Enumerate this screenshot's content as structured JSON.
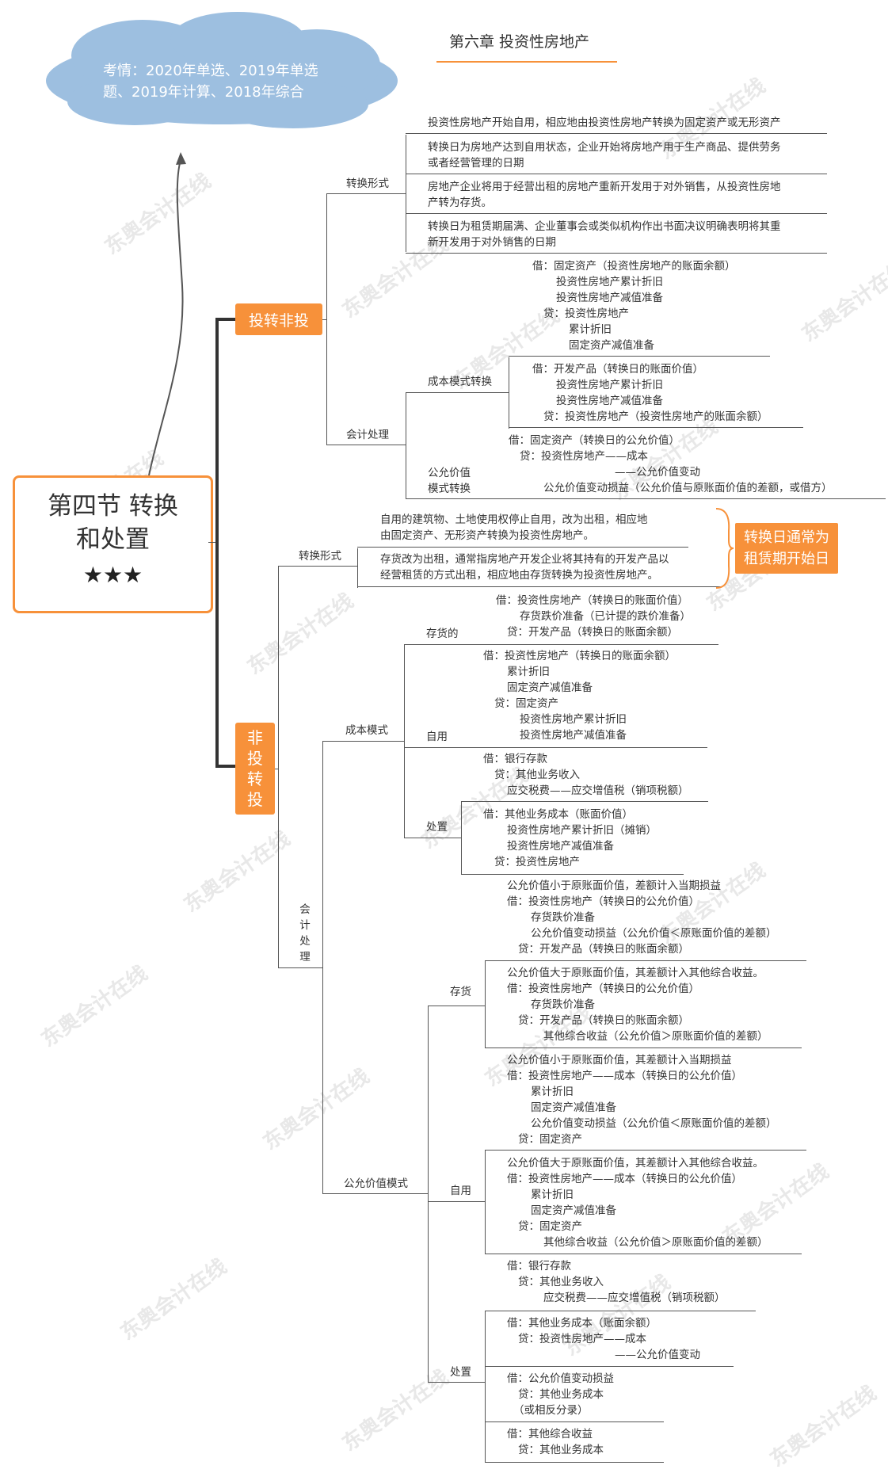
{
  "page_title": "第六章 投资性房地产",
  "cloud_text_line1": "考情：2020年单选、2019年单选",
  "cloud_text_line2": "题、2019年计算、2018年综合",
  "root_line1": "第四节 转换",
  "root_line2": "和处置",
  "root_stars": "★★★",
  "branch1": "投转非投",
  "branch2": [
    "非",
    "投",
    "转",
    "投"
  ],
  "b1_form_label": "转换形式",
  "b1_form_items": [
    [
      "投资性房地产开始自用，相应地由投资性房地产转换为固定资产或无形资产"
    ],
    [
      "转换日为房地产达到自用状态，企业开始将房地产用于生产商品、提供劳务",
      "或者经营管理的日期"
    ],
    [
      "房地产企业将用于经营出租的房地产重新开发用于对外销售，从投资性房地",
      "产转为存货。"
    ],
    [
      "转换日为租赁期届满、企业董事会或类似机构作出书面决议明确表明将其重",
      "新开发用于对外销售的日期"
    ]
  ],
  "b1_acct_label": "会计处理",
  "b1_cost_label": "成本模式转换",
  "b1_cost_entry1": [
    "借：固定资产（投资性房地产的账面余额）",
    "投资性房地产累计折旧",
    "投资性房地产减值准备",
    "贷：投资性房地产",
    "累计折旧",
    "固定资产减值准备"
  ],
  "b1_cost_entry2": [
    "借：开发产品（转换日的账面价值）",
    "投资性房地产累计折旧",
    "投资性房地产减值准备",
    "贷：投资性房地产（投资性房地产的账面余额）"
  ],
  "b1_fv_label1": "公允价值",
  "b1_fv_label2": "模式转换",
  "b1_fv_entry": [
    "借：固定资产（转换日的公允价值）",
    "贷：投资性房地产——成本",
    "——公允价值变动",
    "公允价值变动损益（公允价值与原账面价值的差额，或借方）"
  ],
  "b2_form_label": "转换形式",
  "b2_form_items": [
    [
      "自用的建筑物、土地使用权停止自用，改为出租，相应地",
      "由固定资产、无形资产转换为投资性房地产。"
    ],
    [
      "存货改为出租，通常指房地产开发企业将其持有的开发产品以",
      "经营租赁的方式出租，相应地由存货转换为投资性房地产。"
    ]
  ],
  "b2_note_line1": "转换日通常为",
  "b2_note_line2": "租赁期开始日",
  "b2_acct_label": [
    "会",
    "计",
    "处",
    "理"
  ],
  "b2_cost_label": "成本模式",
  "b2_cost_inv_label": "存货的",
  "b2_cost_inv_entry": [
    "借：投资性房地产（转换日的账面价值）",
    "存货跌价准备（已计提的跌价准备）",
    "贷：开发产品（转换日的账面余额）"
  ],
  "b2_cost_self_label": "自用",
  "b2_cost_self_entry": [
    "借：投资性房地产（转换日的账面余额）",
    "累计折旧",
    "固定资产减值准备",
    "贷：固定资产",
    "投资性房地产累计折旧",
    "投资性房地产减值准备"
  ],
  "b2_cost_disp_label": "处置",
  "b2_cost_disp_entry1": [
    "借：银行存款",
    "贷：其他业务收入",
    "应交税费——应交增值税（销项税额）"
  ],
  "b2_cost_disp_entry2": [
    "借：其他业务成本（账面价值）",
    "投资性房地产累计折旧（摊销）",
    "投资性房地产减值准备",
    "贷：投资性房地产"
  ],
  "b2_fv_label": "公允价值模式",
  "b2_fv_inv_label": "存货",
  "b2_fv_inv_entry1": [
    "公允价值小于原账面价值，差额计入当期损益",
    "借：投资性房地产（转换日的公允价值）",
    "存货跌价准备",
    "公允价值变动损益（公允价值＜原账面价值的差额）",
    "贷：开发产品（转换日的账面余额）"
  ],
  "b2_fv_inv_entry2": [
    "公允价值大于原账面价值，其差额计入其他综合收益。",
    "借：投资性房地产（转换日的公允价值）",
    "存货跌价准备",
    "贷：开发产品（转换日的账面余额）",
    "其他综合收益（公允价值＞原账面价值的差额）"
  ],
  "b2_fv_self_label": "自用",
  "b2_fv_self_entry1": [
    "公允价值小于原账面价值，其差额计入当期损益",
    "借：投资性房地产——成本（转换日的公允价值）",
    "累计折旧",
    "固定资产减值准备",
    "公允价值变动损益（公允价值＜原账面价值的差额）",
    "贷：固定资产"
  ],
  "b2_fv_self_entry2": [
    "公允价值大于原账面价值，其差额计入其他综合收益。",
    "借：投资性房地产——成本（转换日的公允价值）",
    "累计折旧",
    "固定资产减值准备",
    "贷：固定资产",
    "其他综合收益（公允价值＞原账面价值的差额）"
  ],
  "b2_fv_disp_label": "处置",
  "b2_fv_disp_entry1": [
    "借：银行存款",
    "贷：其他业务收入",
    "应交税费——应交增值税（销项税额）"
  ],
  "b2_fv_disp_entry2": [
    "借：其他业务成本（账面余额）",
    "贷：投资性房地产——成本",
    "——公允价值变动"
  ],
  "b2_fv_disp_entry3": [
    "借：公允价值变动损益",
    "贷：其他业务成本",
    "（或相反分录）"
  ],
  "b2_fv_disp_entry4": [
    "借：其他综合收益",
    "贷：其他业务成本"
  ],
  "watermark": "东奥会计在线",
  "colors": {
    "accent": "#f7913a",
    "cloud": "#9dbfe0",
    "line": "#555555"
  }
}
